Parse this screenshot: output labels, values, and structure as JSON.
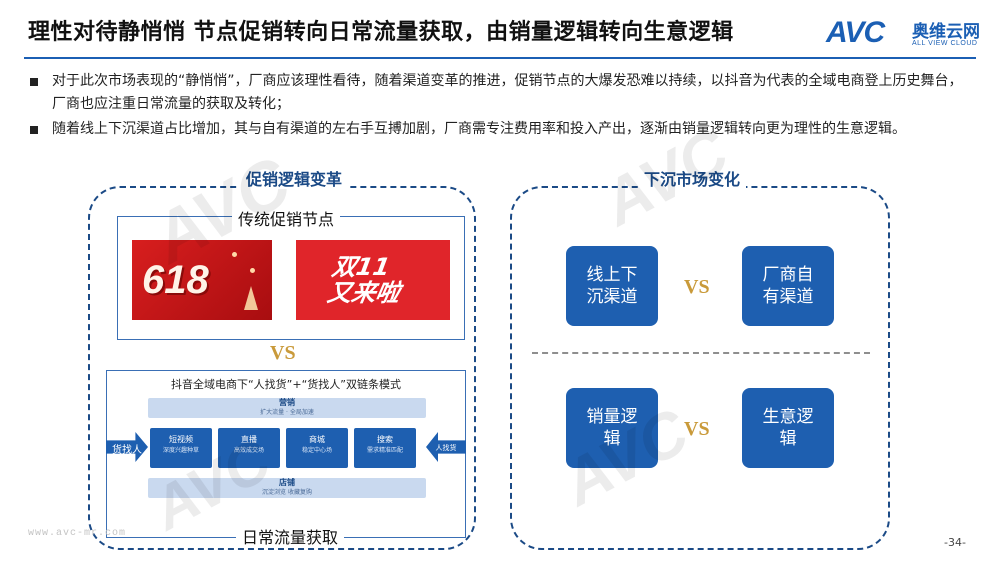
{
  "header": {
    "title": "理性对待静悄悄  节点促销转向日常流量获取，由销量逻辑转向生意逻辑",
    "logo_mark": "AVC",
    "logo_cn": "奥维云网",
    "logo_en": "ALL VIEW CLOUD"
  },
  "bullets": [
    "对于此次市场表现的“静悄悄”，厂商应该理性看待，随着渠道变革的推进，促销节点的大爆发恐难以持续，以抖音为代表的全域电商登上历史舞台，厂商也应注重日常流量的获取及转化；",
    "随着线上下沉渠道占比增加，其与自有渠道的左右手互搏加剧，厂商需专注费用率和投入产出，逐渐由销量逻辑转向更为理性的生意逻辑。"
  ],
  "left_panel": {
    "title": "促销逻辑变革",
    "traditional_label": "传统促销节点",
    "img_618_text": "618",
    "img_1111_line1": "双11",
    "img_1111_line2": "又来啦",
    "vs": "VS",
    "daily_label": "日常流量获取",
    "diagram": {
      "title": "抖音全域电商下“人找货”+“货找人”双链条模式",
      "top_band": {
        "label": "营销",
        "sub": "扩大流量 · 全局加速"
      },
      "bottom_band": {
        "label": "店铺",
        "sub": "沉淀浏览 收藏复购"
      },
      "left_arrow": "货找人",
      "right_arrow": "人找货",
      "boxes": [
        {
          "title": "短视频",
          "sub": "深度兴趣种草"
        },
        {
          "title": "直播",
          "sub": "高效成交场"
        },
        {
          "title": "商城",
          "sub": "稳定中心场"
        },
        {
          "title": "搜索",
          "sub": "需求精准匹配"
        }
      ]
    }
  },
  "right_panel": {
    "title": "下沉市场变化",
    "tile_1": "线上下沉渠道",
    "tile_2": "厂商自有渠道",
    "tile_3": "销量逻辑",
    "tile_4": "生意逻辑",
    "vs": "VS"
  },
  "footer": {
    "website": "www.avc-mr.com",
    "page_number": "-34-"
  },
  "colors": {
    "brand_blue": "#1b5fb4",
    "tile_blue": "#1e5fb0",
    "vs_gold": "#c99a3a",
    "promo_red": "#e0252a"
  }
}
